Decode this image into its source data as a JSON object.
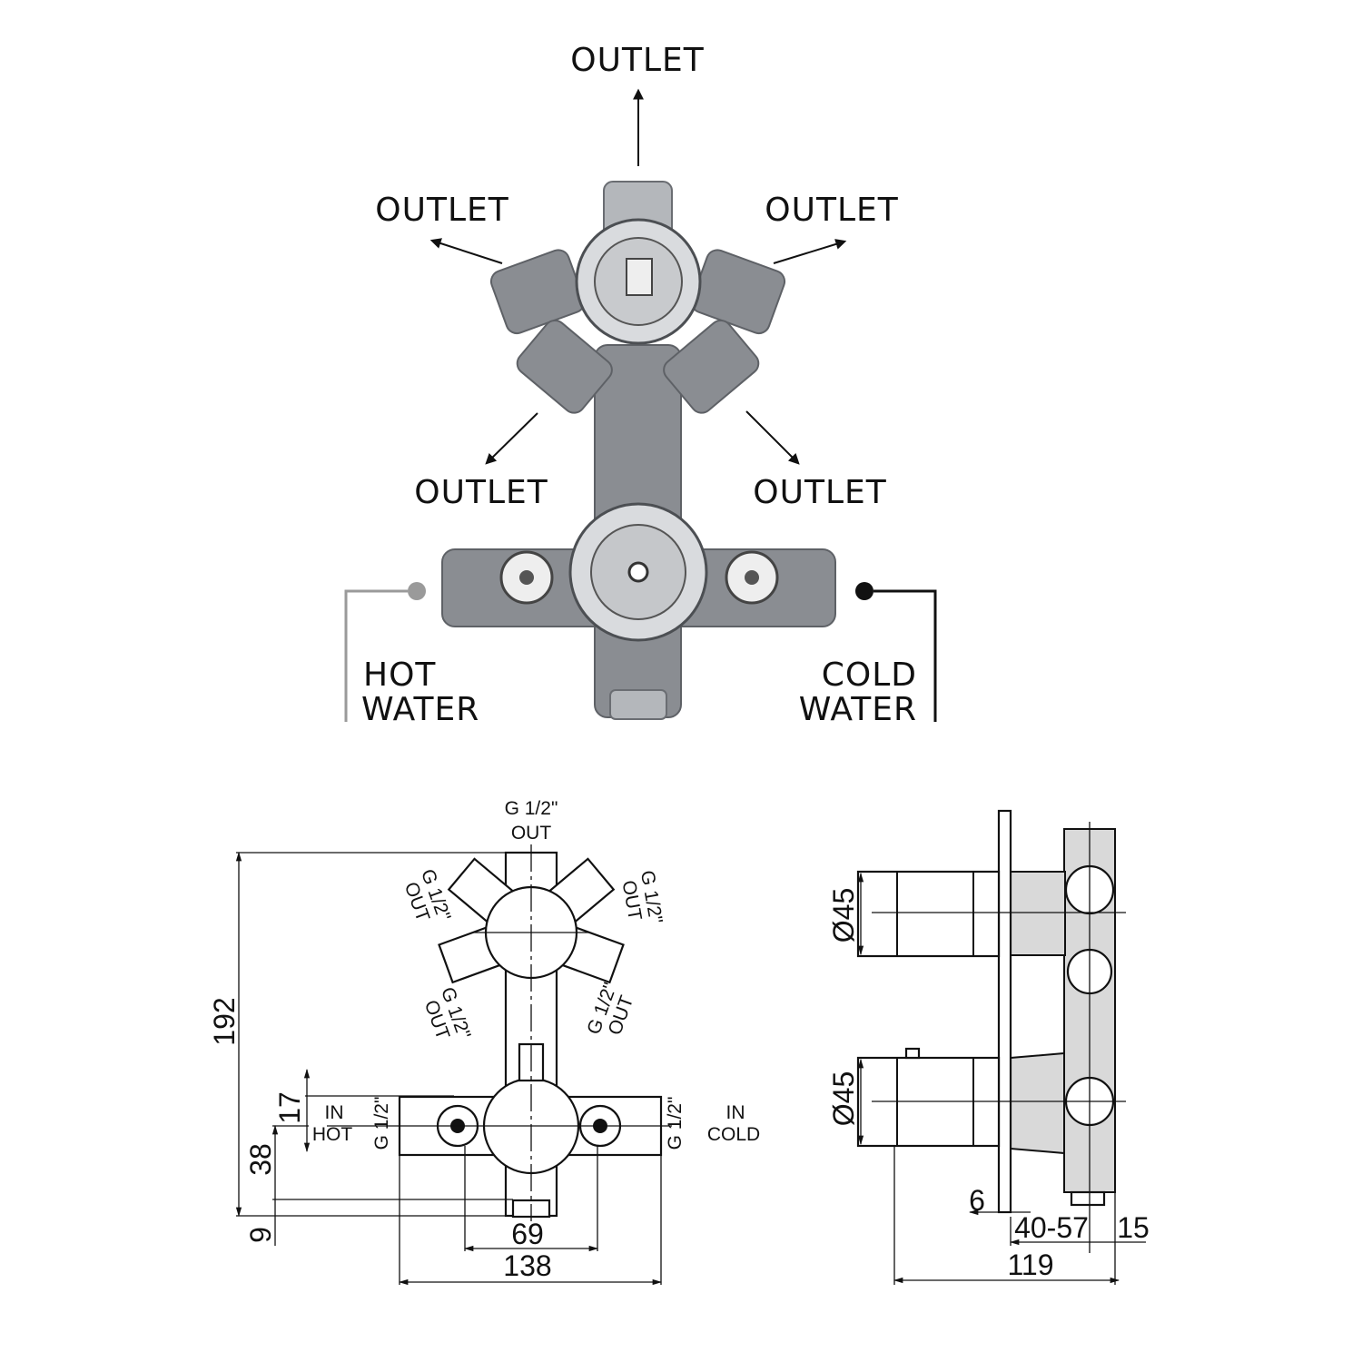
{
  "photo": {
    "outlet_labels": [
      "OUTLET",
      "OUTLET",
      "OUTLET",
      "OUTLET",
      "OUTLET"
    ],
    "hot_label": [
      "HOT",
      "WATER"
    ],
    "cold_label": [
      "COLD",
      "WATER"
    ],
    "hot_dot_color": "#9a9a9a",
    "cold_dot_color": "#111111"
  },
  "front_view": {
    "top_port": [
      "G 1/2\"",
      "OUT"
    ],
    "side_ports": [
      "G 1/2\"",
      "OUT"
    ],
    "hot_inlet": {
      "in": "IN",
      "name": "HOT",
      "thread": "G 1/2\""
    },
    "cold_inlet": {
      "in": "IN",
      "name": "COLD",
      "thread": "G 1/2\""
    },
    "dimensions": {
      "height": "192",
      "d17": "17",
      "d38": "38",
      "d9": "9",
      "d69": "69",
      "width": "138"
    }
  },
  "side_view": {
    "diameter_top": "Ø45",
    "diameter_bottom": "Ø45",
    "dimensions": {
      "plate": "6",
      "depth_range": "40-57",
      "rear": "15",
      "total": "119"
    }
  }
}
